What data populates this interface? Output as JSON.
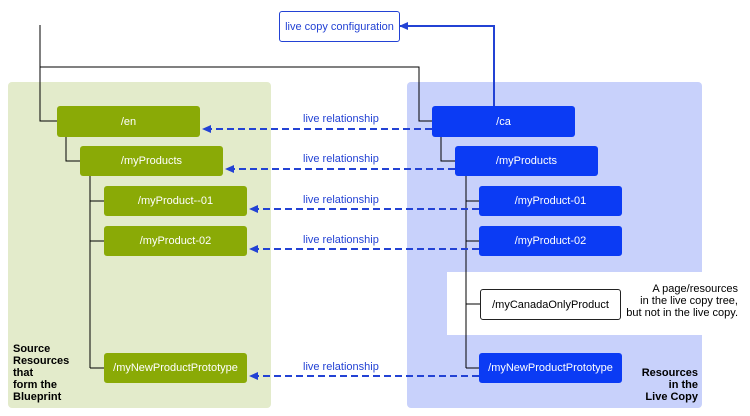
{
  "config_box": "live copy configuration",
  "relationship_label": "live relationship",
  "blueprint": {
    "nodes": [
      "/en",
      "/myProducts",
      "/myProduct--01",
      "/myProduct-02",
      "/myNewProductPrototype"
    ],
    "caption": [
      "Source",
      "Resources",
      "that",
      "form the",
      "Blueprint"
    ]
  },
  "live_copy": {
    "nodes": [
      "/ca",
      "/myProducts",
      "/myProduct-01",
      "/myProduct-02",
      "/myNewProductPrototype"
    ],
    "caption": [
      "Resources",
      "in the",
      "Live Copy"
    ]
  },
  "local_only": {
    "node": "/myCanadaOnlyProduct",
    "note": [
      "A page/resources",
      "in the live copy tree,",
      "but not in the live copy."
    ]
  },
  "colors": {
    "blueprint_node": "#8aaa06",
    "live_copy_node": "#0b3bf4",
    "relationship": "#2342d4",
    "blueprint_panel": "#e3ebcb",
    "live_copy_panel": "#c8d1fb"
  }
}
